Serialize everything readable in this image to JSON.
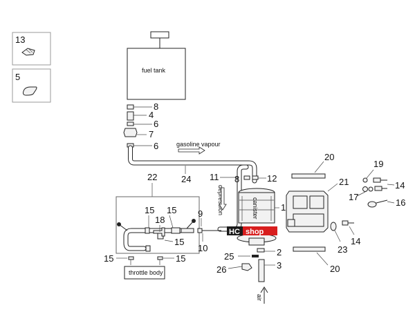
{
  "labels": {
    "fuel_tank": "fuel tank",
    "gasoline_vapour": "gasoline vapour",
    "depression": "depression",
    "canister": "canister",
    "throttle_body": "throttle body",
    "air": "air"
  },
  "callouts": {
    "n13": "13",
    "n5": "5",
    "n8a": "8",
    "n4": "4",
    "n6a": "6",
    "n7": "7",
    "n6b": "6",
    "n20a": "20",
    "n19": "19",
    "n24": "24",
    "n11": "11",
    "n8b": "8",
    "n12": "12",
    "n22": "22",
    "n21": "21",
    "n14a": "14",
    "n17": "17",
    "n16": "16",
    "n15a": "15",
    "n15b": "15",
    "n18": "18",
    "n9": "9",
    "n1": "1",
    "n15c": "15",
    "n10": "10",
    "n23": "23",
    "n14b": "14",
    "n2": "2",
    "n25": "25",
    "n15d": "15",
    "n15e": "15",
    "n3": "3",
    "n26": "26",
    "n20b": "20"
  },
  "watermark": {
    "left": "HC",
    "right": "shop"
  }
}
